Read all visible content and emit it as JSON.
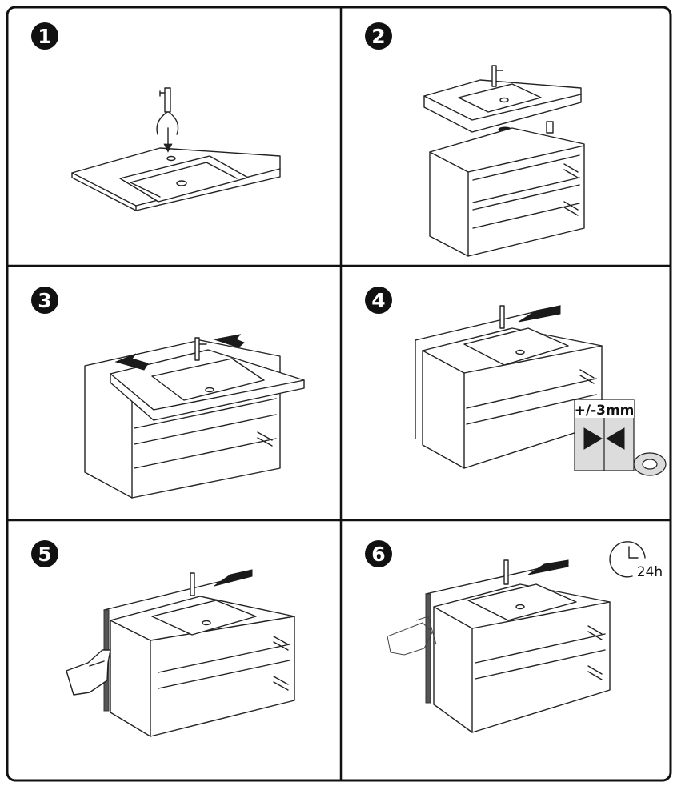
{
  "steps": [
    {
      "number": "1"
    },
    {
      "number": "2"
    },
    {
      "number": "3"
    },
    {
      "number": "4",
      "tolerance_label": "+/-3mm"
    },
    {
      "number": "5"
    },
    {
      "number": "6",
      "cure_time_label": "24h"
    }
  ],
  "colors": {
    "frame": "#111111",
    "badge": "#111111",
    "silicone": "#555555",
    "arrow": "#1a1a1a"
  },
  "icons": [
    "faucet-icon",
    "drain-icon",
    "arrow-icon",
    "tape-roll-icon",
    "hand-icon",
    "clock-icon"
  ]
}
